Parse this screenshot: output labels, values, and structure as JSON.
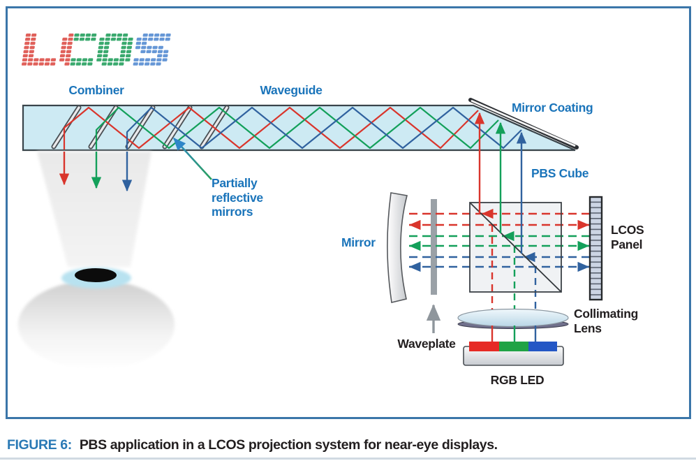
{
  "logo": {
    "text": "LCOS"
  },
  "labels": {
    "combiner": "Combiner",
    "waveguide": "Waveguide",
    "mirror_coating": "Mirror Coating",
    "pbs_cube": "PBS Cube",
    "partially_reflective_mirrors": {
      "line1": "Partially",
      "line2": "reflective",
      "line3": "mirrors"
    },
    "mirror": "Mirror",
    "waveplate": "Waveplate",
    "lcos_panel": {
      "line1": "LCOS",
      "line2": "Panel"
    },
    "collimating_lens": {
      "line1": "Collimating",
      "line2": "Lens"
    },
    "rgb_led": "RGB LED"
  },
  "caption": {
    "label": "FIGURE 6:",
    "text": "PBS application in a LCOS projection system for near-eye displays."
  },
  "colors": {
    "ray_red": "#d9352c",
    "ray_green": "#13a05a",
    "ray_blue": "#30629f",
    "label_blue": "#1a74ba",
    "label_dark": "#221e1f",
    "caption_blue": "#2a79b5",
    "border_blue": "#3b76a9",
    "waveguide_fill": "#cdeaf3",
    "logo_red": "#e0605a",
    "logo_green": "#3aa96e",
    "logo_blue": "#6697d6",
    "led_red": "#e62a25",
    "led_green": "#20a345",
    "led_blue": "#2457c5"
  }
}
